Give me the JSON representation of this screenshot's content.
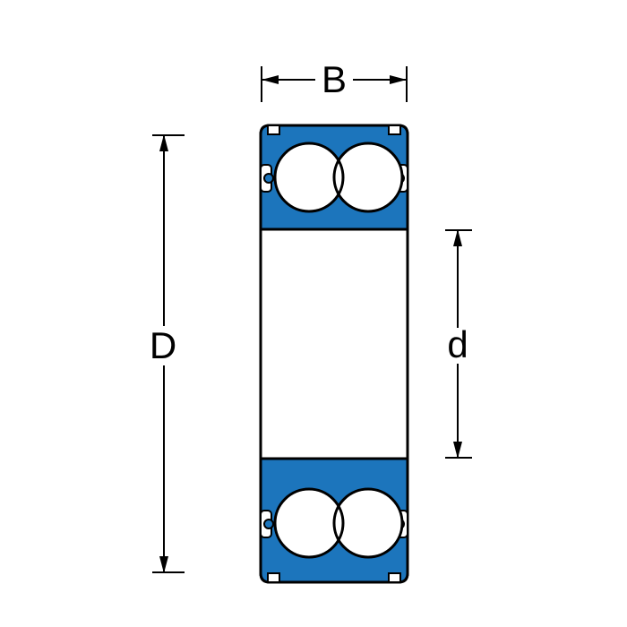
{
  "diagram": {
    "type": "bearing-cross-section-drawing",
    "labels": {
      "width": "B",
      "outer_diameter": "D",
      "bore_diameter": "d"
    },
    "colors": {
      "seal_blue": "#1C75BC",
      "line_black": "#000000",
      "ball_white": "#FFFFFF",
      "background": "#FFFFFF"
    }
  }
}
